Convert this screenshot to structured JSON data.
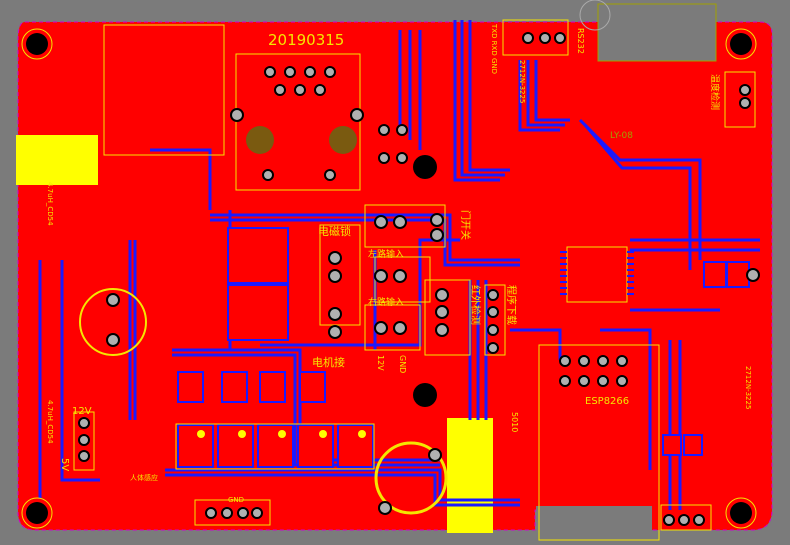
{
  "colors": {
    "background": "#7b7b7b",
    "top_copper": "#ff0000",
    "bottom_copper": "#1a1aff",
    "silkscreen": "#f5e600",
    "keepout": "#d000d0",
    "pad": "#c0c0c0",
    "drill": "#0aa0a0"
  },
  "labels": {
    "date": "20190315",
    "lock": "电磁锁",
    "left_input": "左路输入",
    "right_input": "右路输入",
    "door_switch": "门开关",
    "ir_detect": "红外检测",
    "download": "程序下载",
    "motor": "电机接",
    "v12_motor": "12V",
    "gnd_motor": "GND",
    "esp": "ESP8266",
    "rs232": "RS232",
    "uart_pins": "TXD RXD GND",
    "temp": "温度检测",
    "v12": "12V",
    "v5": "5V",
    "inductor1": "4.7uH_CD54",
    "inductor2": "4.7uH_CD54",
    "crystal": "2712N-3225",
    "crystal2": "2712N-3225",
    "module": "LY-08",
    "conn_5010": "5010",
    "human": "人体感应",
    "gnd_bottom": "GND"
  }
}
